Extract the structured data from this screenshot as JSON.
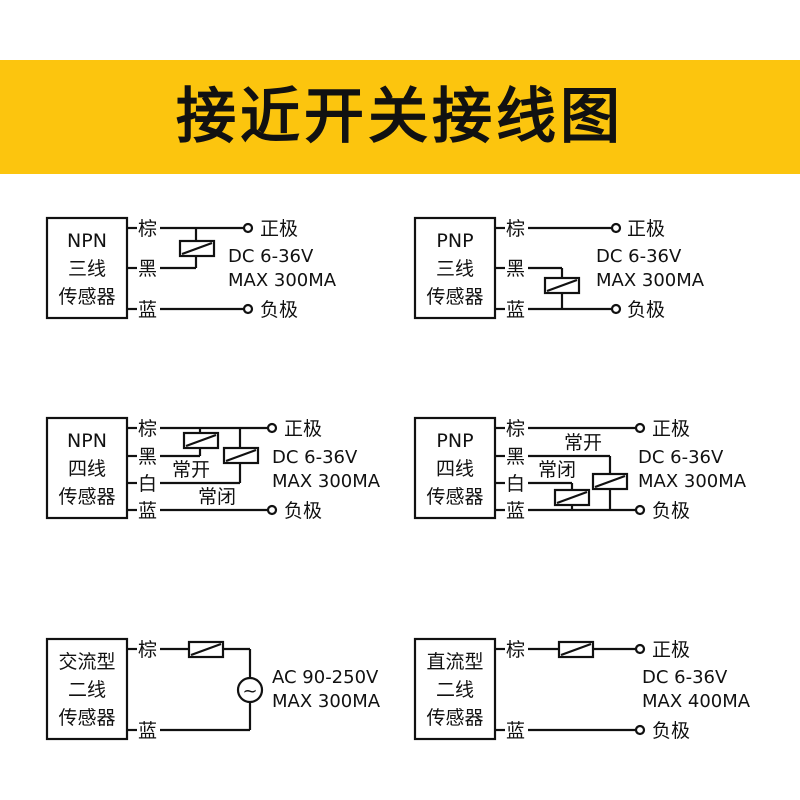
{
  "title": "接近开关接线图",
  "colors": {
    "banner": "#fcc50e",
    "ink": "#111111",
    "background": "#ffffff"
  },
  "diagrams": [
    {
      "id": "npn3",
      "box": [
        "NPN",
        "三线",
        "传感器"
      ],
      "wires": [
        "棕",
        "黑",
        "蓝"
      ],
      "positive": "正极",
      "negative": "负极",
      "specs": [
        "DC 6-36V",
        "MAX 300MA"
      ]
    },
    {
      "id": "pnp3",
      "box": [
        "PNP",
        "三线",
        "传感器"
      ],
      "wires": [
        "棕",
        "黑",
        "蓝"
      ],
      "positive": "正极",
      "negative": "负极",
      "specs": [
        "DC 6-36V",
        "MAX 300MA"
      ]
    },
    {
      "id": "npn4",
      "box": [
        "NPN",
        "四线",
        "传感器"
      ],
      "wires": [
        "棕",
        "黑",
        "白",
        "蓝"
      ],
      "contacts": [
        "常开",
        "常闭"
      ],
      "positive": "正极",
      "negative": "负极",
      "specs": [
        "DC 6-36V",
        "MAX 300MA"
      ]
    },
    {
      "id": "pnp4",
      "box": [
        "PNP",
        "四线",
        "传感器"
      ],
      "wires": [
        "棕",
        "黑",
        "白",
        "蓝"
      ],
      "contacts": [
        "常开",
        "常闭"
      ],
      "positive": "正极",
      "negative": "负极",
      "specs": [
        "DC 6-36V",
        "MAX 300MA"
      ]
    },
    {
      "id": "ac2",
      "box": [
        "交流型",
        "二线",
        "传感器"
      ],
      "wires": [
        "棕",
        "蓝"
      ],
      "specs": [
        "AC 90-250V",
        "MAX 300MA"
      ],
      "source_symbol": "~"
    },
    {
      "id": "dc2",
      "box": [
        "直流型",
        "二线",
        "传感器"
      ],
      "wires": [
        "棕",
        "蓝"
      ],
      "positive": "正极",
      "negative": "负极",
      "specs": [
        "DC 6-36V",
        "MAX 400MA"
      ]
    }
  ]
}
